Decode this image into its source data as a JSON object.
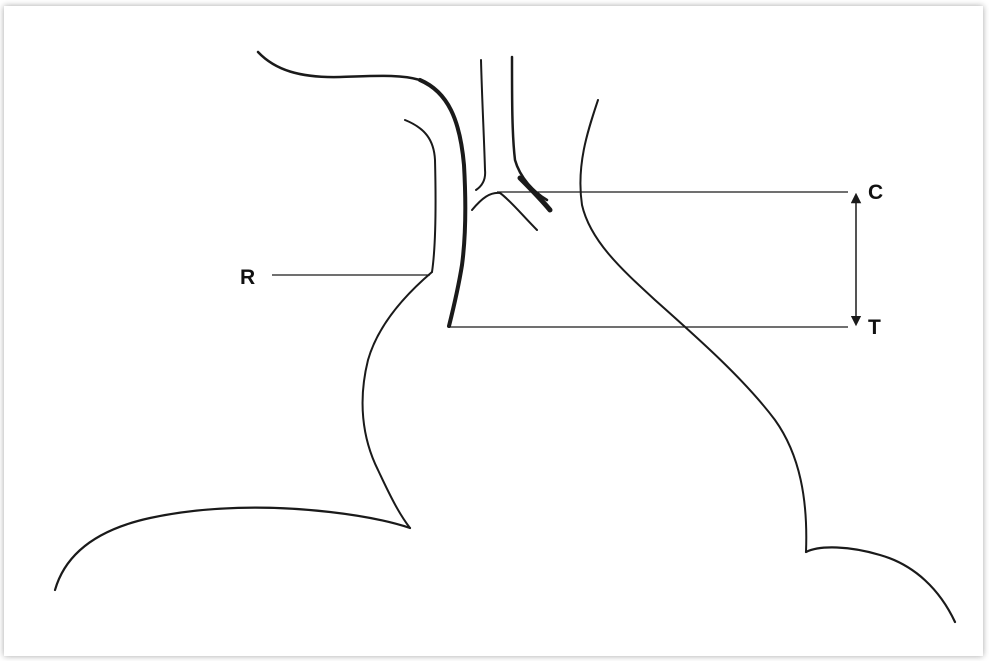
{
  "diagram": {
    "labels": {
      "r": "R",
      "c": "C",
      "t": "T"
    },
    "stroke_color": "#1a1a1a",
    "background_color": "#ffffff"
  }
}
